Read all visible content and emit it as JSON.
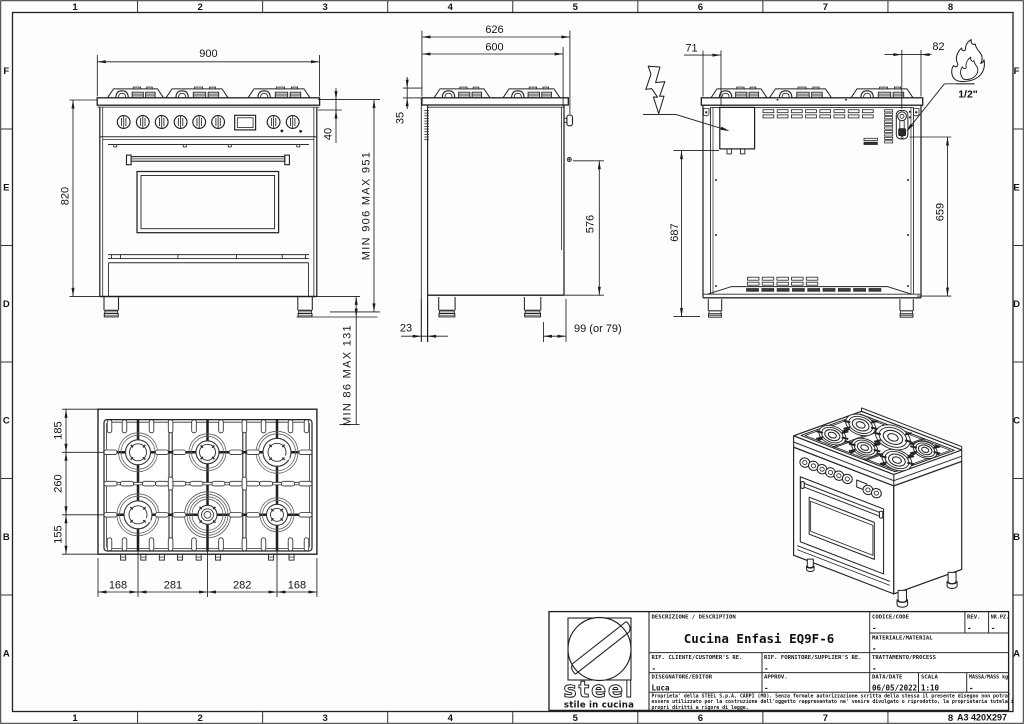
{
  "page": {
    "sheet_code": "A3 420X297"
  },
  "frame": {
    "cols": [
      "1",
      "2",
      "3",
      "4",
      "5",
      "6",
      "7",
      "8"
    ],
    "rows": [
      "F",
      "E",
      "D",
      "C",
      "B",
      "A"
    ]
  },
  "dims": {
    "front_width": "900",
    "front_height": "820",
    "front_top": "40",
    "front_total": "MIN 906 MAX 951",
    "front_feet": "MIN 86 MAX 131",
    "side_total": "626",
    "side_depth": "600",
    "side_grate": "35",
    "side_handle": "576",
    "side_rear": "23",
    "side_foot": "99  (or 79)",
    "back_elec_x": "71",
    "back_gas_x": "82",
    "back_elec_y": "687",
    "back_gas_y": "659",
    "gas_thread": "1/2\""
  },
  "title_block": {
    "description_label": "DESCRIZIONE / DESCRIPTION",
    "description": "Cucina Enfasi EQ9F-6",
    "code_label": "CODICE/CODE",
    "code": "-",
    "rev_label": "REV.",
    "rev": "-",
    "nr_label": "NR.PZ.",
    "nr": "-",
    "material_label": "MATERIALE/MATERIAL",
    "material": "-",
    "customer_label": "RIF. CLIENTE/CUSTOMER'S RE.",
    "customer": "-",
    "supplier_label": "RIF. FORNITORE/SUPPLIER'S RE.",
    "supplier": "-",
    "process_label": "TRATTAMENTO/PROCESS",
    "process": "-",
    "editor_label": "DISEGNATORE/EDITOR",
    "editor": "Luca",
    "approv_label": "APPROV.",
    "approv": "-",
    "date_label": "DATA/DATE",
    "date": "06/05/2022",
    "scale_label": "SCALA",
    "scale": "1:10",
    "mass_label": "MASSA/MASS kg",
    "mass": "-",
    "notice_1": "Proprieta' della STEEL S.p.A. CARPI (MO). Senza formale autorizzazione scritta della stessa il presente disegno non potra'",
    "notice_2": "essere utilizzato per la costruzione dell'oggetto rappresentato ne' venire divulgato o riprodotto, la proprietaria tutela i",
    "notice_3": "propri diritti a rigore di legge."
  },
  "topview": {
    "d1": "185",
    "d2": "260",
    "d3": "155",
    "w1": "168",
    "w2": "281",
    "w3": "282",
    "w4": "168"
  },
  "logo": {
    "brand": "steel",
    "tagline": "stile in cucina"
  }
}
